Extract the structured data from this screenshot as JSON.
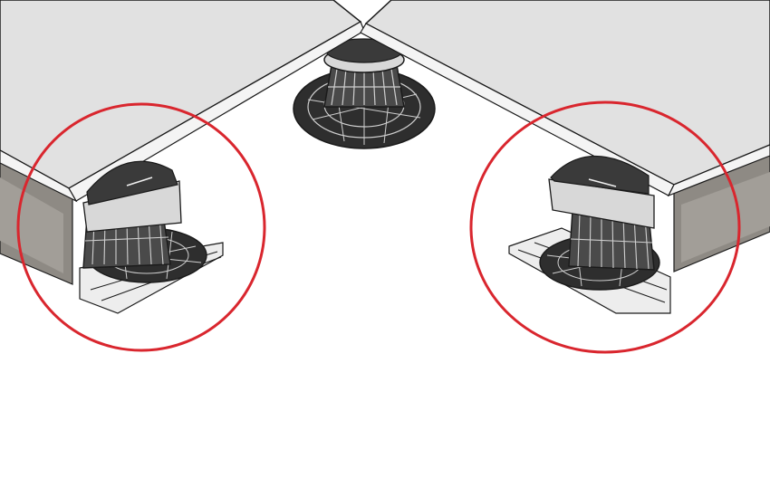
{
  "colors": {
    "background": "#ffffff",
    "tile_top": "#e1e1e1",
    "tile_edge": "#f4f4f4",
    "tile_side": "#8e8a84",
    "tile_side_dark": "#6f6b66",
    "pedestal_dark": "#2e2e2e",
    "pedestal_mid": "#4a4a4a",
    "pedestal_light": "#cfcfcf",
    "rail_light": "#ededed",
    "outline": "#1a1a1a",
    "highlight_circle": "#d9262e"
  },
  "icons": [
    "paving-tile",
    "adjustable-pedestal",
    "edge-rail",
    "highlight-circle"
  ]
}
